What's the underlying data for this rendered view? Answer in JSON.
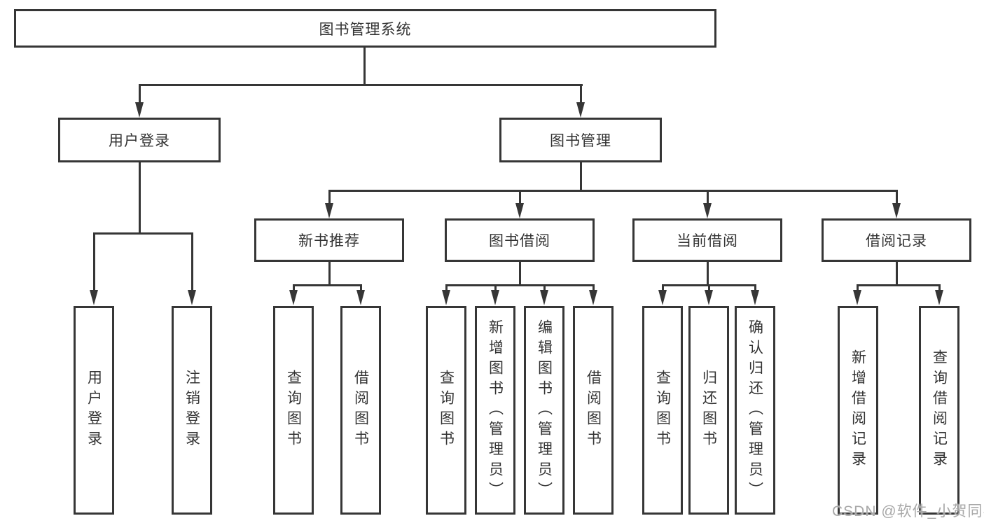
{
  "diagram_title": "图书管理系统",
  "nodes": {
    "root": {
      "label": "图书管理系统"
    },
    "user_login": {
      "label": "用户登录"
    },
    "book_mgmt": {
      "label": "图书管理"
    },
    "new_book_rec": {
      "label": "新书推荐"
    },
    "book_borrow": {
      "label": "图书借阅"
    },
    "current_borrow": {
      "label": "当前借阅"
    },
    "borrow_records": {
      "label": "借阅记录"
    },
    "leaf_user_login": {
      "label": "用户登录"
    },
    "leaf_logout": {
      "label": "注销登录"
    },
    "leaf_nbr_query_books": {
      "label": "查询图书"
    },
    "leaf_nbr_borrow_books": {
      "label": "借阅图书"
    },
    "leaf_bb_query_books": {
      "label": "查询图书"
    },
    "leaf_bb_add_books": {
      "label": "新增图书（管理员）"
    },
    "leaf_bb_edit_books": {
      "label": "编辑图书（管理员）"
    },
    "leaf_bb_borrow_books": {
      "label": "借阅图书"
    },
    "leaf_cb_query_books": {
      "label": "查询图书"
    },
    "leaf_cb_return_books": {
      "label": "归还图书"
    },
    "leaf_cb_confirm_return": {
      "label": "确认归还（管理员）"
    },
    "leaf_br_add_record": {
      "label": "新增借阅记录"
    },
    "leaf_br_query_record": {
      "label": "查询借阅记录"
    }
  },
  "watermark": {
    "text": "CSDN @软件_小贺同学"
  },
  "colors": {
    "line": "#363636",
    "text": "#333333",
    "background": "#ffffff",
    "watermark": "#a8a8a8"
  }
}
